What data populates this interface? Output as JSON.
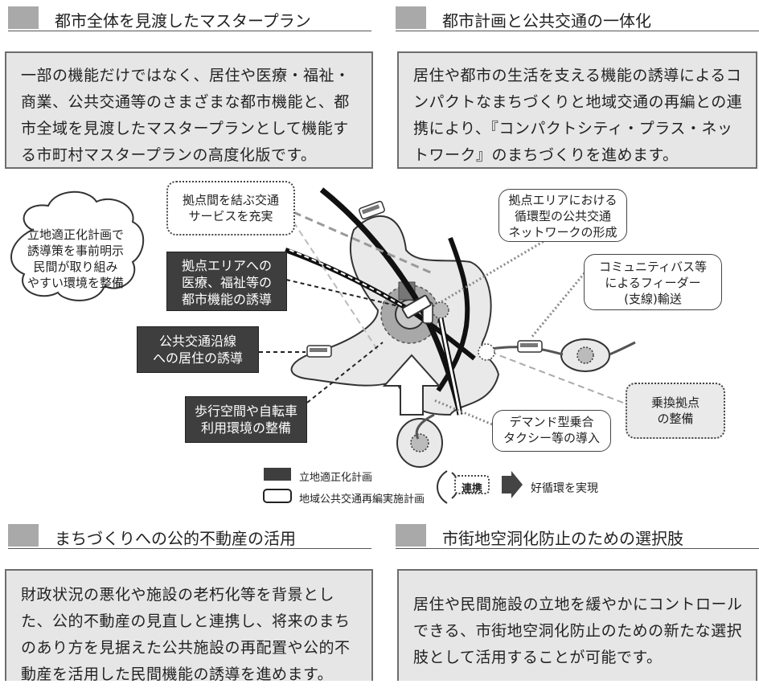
{
  "sections": {
    "s1": {
      "title": "都市全体を見渡したマスタープラン",
      "body": "一部の機能だけではなく、居住や医療・福祉・商業、公共交通等のさまざまな都市機能と、都市全域を見渡したマスタープランとして機能する市町村マスタープランの高度化版です。"
    },
    "s2": {
      "title": "都市計画と公共交通の一体化",
      "body": "居住や都市の生活を支える機能の誘導によるコンパクトなまちづくりと地域交通の再編との連携により、『コンパクトシティ・プラス・ネットワーク』のまちづくりを進めます。"
    },
    "s3": {
      "title": "まちづくりへの公的不動産の活用",
      "body": "財政状況の悪化や施設の老朽化等を背景とした、公的不動産の見直しと連携し、将来のまちのあり方を見据えた公共施設の再配置や公的不動産を活用した民間機能の誘導を進めます。"
    },
    "s4": {
      "title": "市街地空洞化防止のための選択肢",
      "body": "居住や民間施設の立地を緩やかにコントロールできる、市街地空洞化防止のための新たな選択肢として活用することが可能です。"
    }
  },
  "diagram": {
    "cloud": "立地適正化計画で\n誘導策を事前明示\n民間が取り組み\nやすい環境を整備",
    "link_service": "拠点間を結ぶ交通\nサービスを充実",
    "urban_functions": "拠点エリアへの\n医療、福祉等の\n都市機能の誘導",
    "residence": "公共交通沿線\nへの居住の誘導",
    "walking": "歩行空間や自転車\n利用環境の整備",
    "loop_network": "拠点エリアにおける\n循環型の公共交通\nネットワークの形成",
    "feeder": "コミュニティバス等\nによるフィーダー\n(支線)輸送",
    "transfer": "乗換拠点\nの整備",
    "demand": "デマンド型乗合\nタクシー等の導入"
  },
  "legend": {
    "plan": "立地適正化計画",
    "transit_plan": "地域公共交通再編実施計画",
    "cooperation": "連携",
    "cycle": "好循環を実現"
  },
  "colors": {
    "dark_box": "#3e3e3e",
    "grey_box": "#e6e6e6",
    "header_square": "#a9a9a9"
  }
}
